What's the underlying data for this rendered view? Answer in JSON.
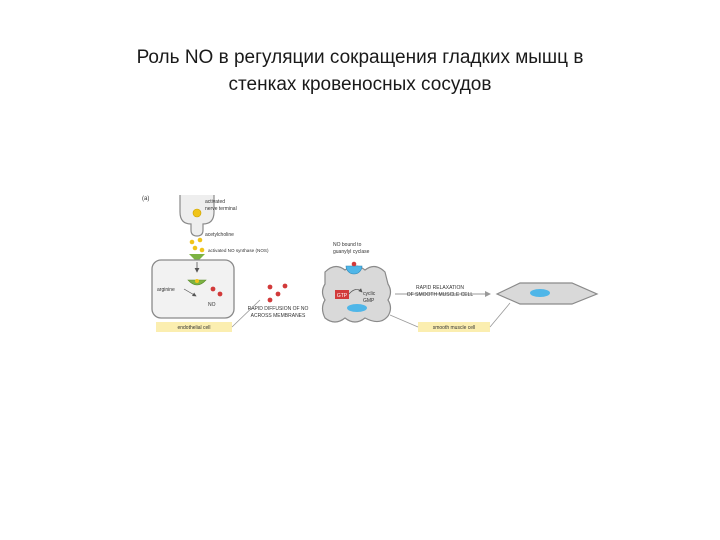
{
  "slide": {
    "title_line1": "Роль NO в регуляции сокращения гладких мышц в",
    "title_line2": "стенках кровеносных сосудов"
  },
  "diagram": {
    "panel_label": "(a)",
    "nerve_terminal_label_1": "activated",
    "nerve_terminal_label_2": "nerve terminal",
    "acetylcholine_label": "acetylcholine",
    "no_synthase_label": "activated NO synthase (NOS)",
    "arginine_label": "arginine",
    "no_label": "NO",
    "endothelial_cell_label": "endothelial cell",
    "diffusion_label_1": "RAPID DIFFUSION OF NO",
    "diffusion_label_2": "ACROSS MEMBRANES",
    "no_bound_label_1": "NO bound to",
    "no_bound_label_2": "guanylyl cyclase",
    "gtp_label": "GTP",
    "cgmp_label_1": "cyclic",
    "cgmp_label_2": "GMP",
    "relaxation_label_1": "RAPID RELAXATION",
    "relaxation_label_2": "OF SMOOTH MUSCLE CELL",
    "smooth_muscle_label": "smooth muscle cell",
    "colors": {
      "cell_border": "#8a8a8a",
      "cell_fill": "#f2f2f2",
      "label_box": "#fbeeb0",
      "no_dot": "#d23a3a",
      "gtp_box": "#d23a3a",
      "nucleus": "#4fb6e8",
      "acetylcholine": "#f0c419",
      "receptor": "#7cb342",
      "arrow": "#999999"
    }
  }
}
